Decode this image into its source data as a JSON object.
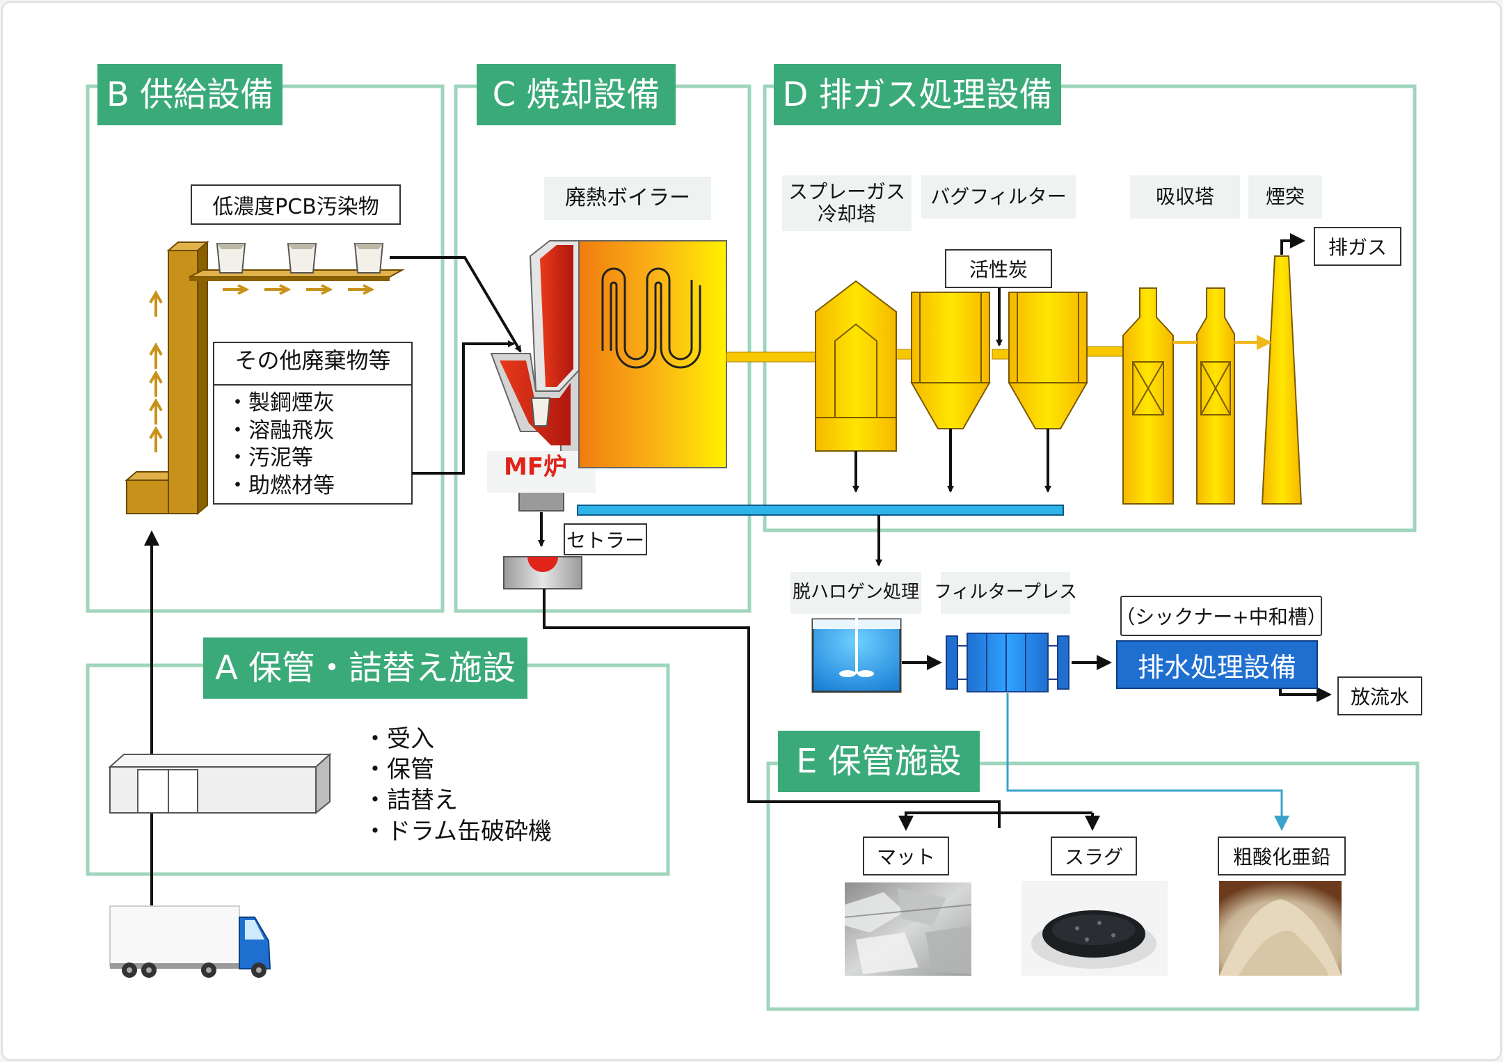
{
  "sections": {
    "b": "B 供給設備",
    "c": "C 焼却設備",
    "d": "D 排ガス処理設備",
    "a": "A 保管・詰替え施設",
    "e": "E 保管施設"
  },
  "labels": {
    "low_pcb": "低濃度PCB汚染物",
    "other_waste": "その他廃棄物等",
    "boiler": "廃熱ボイラー",
    "mf_furnace": "MF炉",
    "settler": "セトラー",
    "spray": "スプレーガス\n冷却塔",
    "bag_filter": "バグフィルター",
    "absorber": "吸収塔",
    "chimney": "煙突",
    "exhaust": "排ガス",
    "activated_carbon": "活性炭",
    "dehalogen": "脱ハロゲン処理",
    "filter_press": "フィルタープレス",
    "thickener": "（シックナー+中和槽）",
    "wastewater": "排水処理設備",
    "discharge": "放流水",
    "matte": "マット",
    "slag": "スラグ",
    "zinc_oxide": "粗酸化亜鉛"
  },
  "other_waste_items": [
    "・製鋼煙灰",
    "・溶融飛灰",
    "・汚泥等",
    "・助燃材等"
  ],
  "storage_items": [
    "・受入",
    "・保管",
    "・詰替え",
    "・ドラム缶破砕機"
  ],
  "colors": {
    "section_green": "#3aaa78",
    "frame_green": "#9fd5bc",
    "gold": "#c8921a",
    "yellow": "#ffe100",
    "blue": "#1f6fd0",
    "red": "#e0241a"
  }
}
